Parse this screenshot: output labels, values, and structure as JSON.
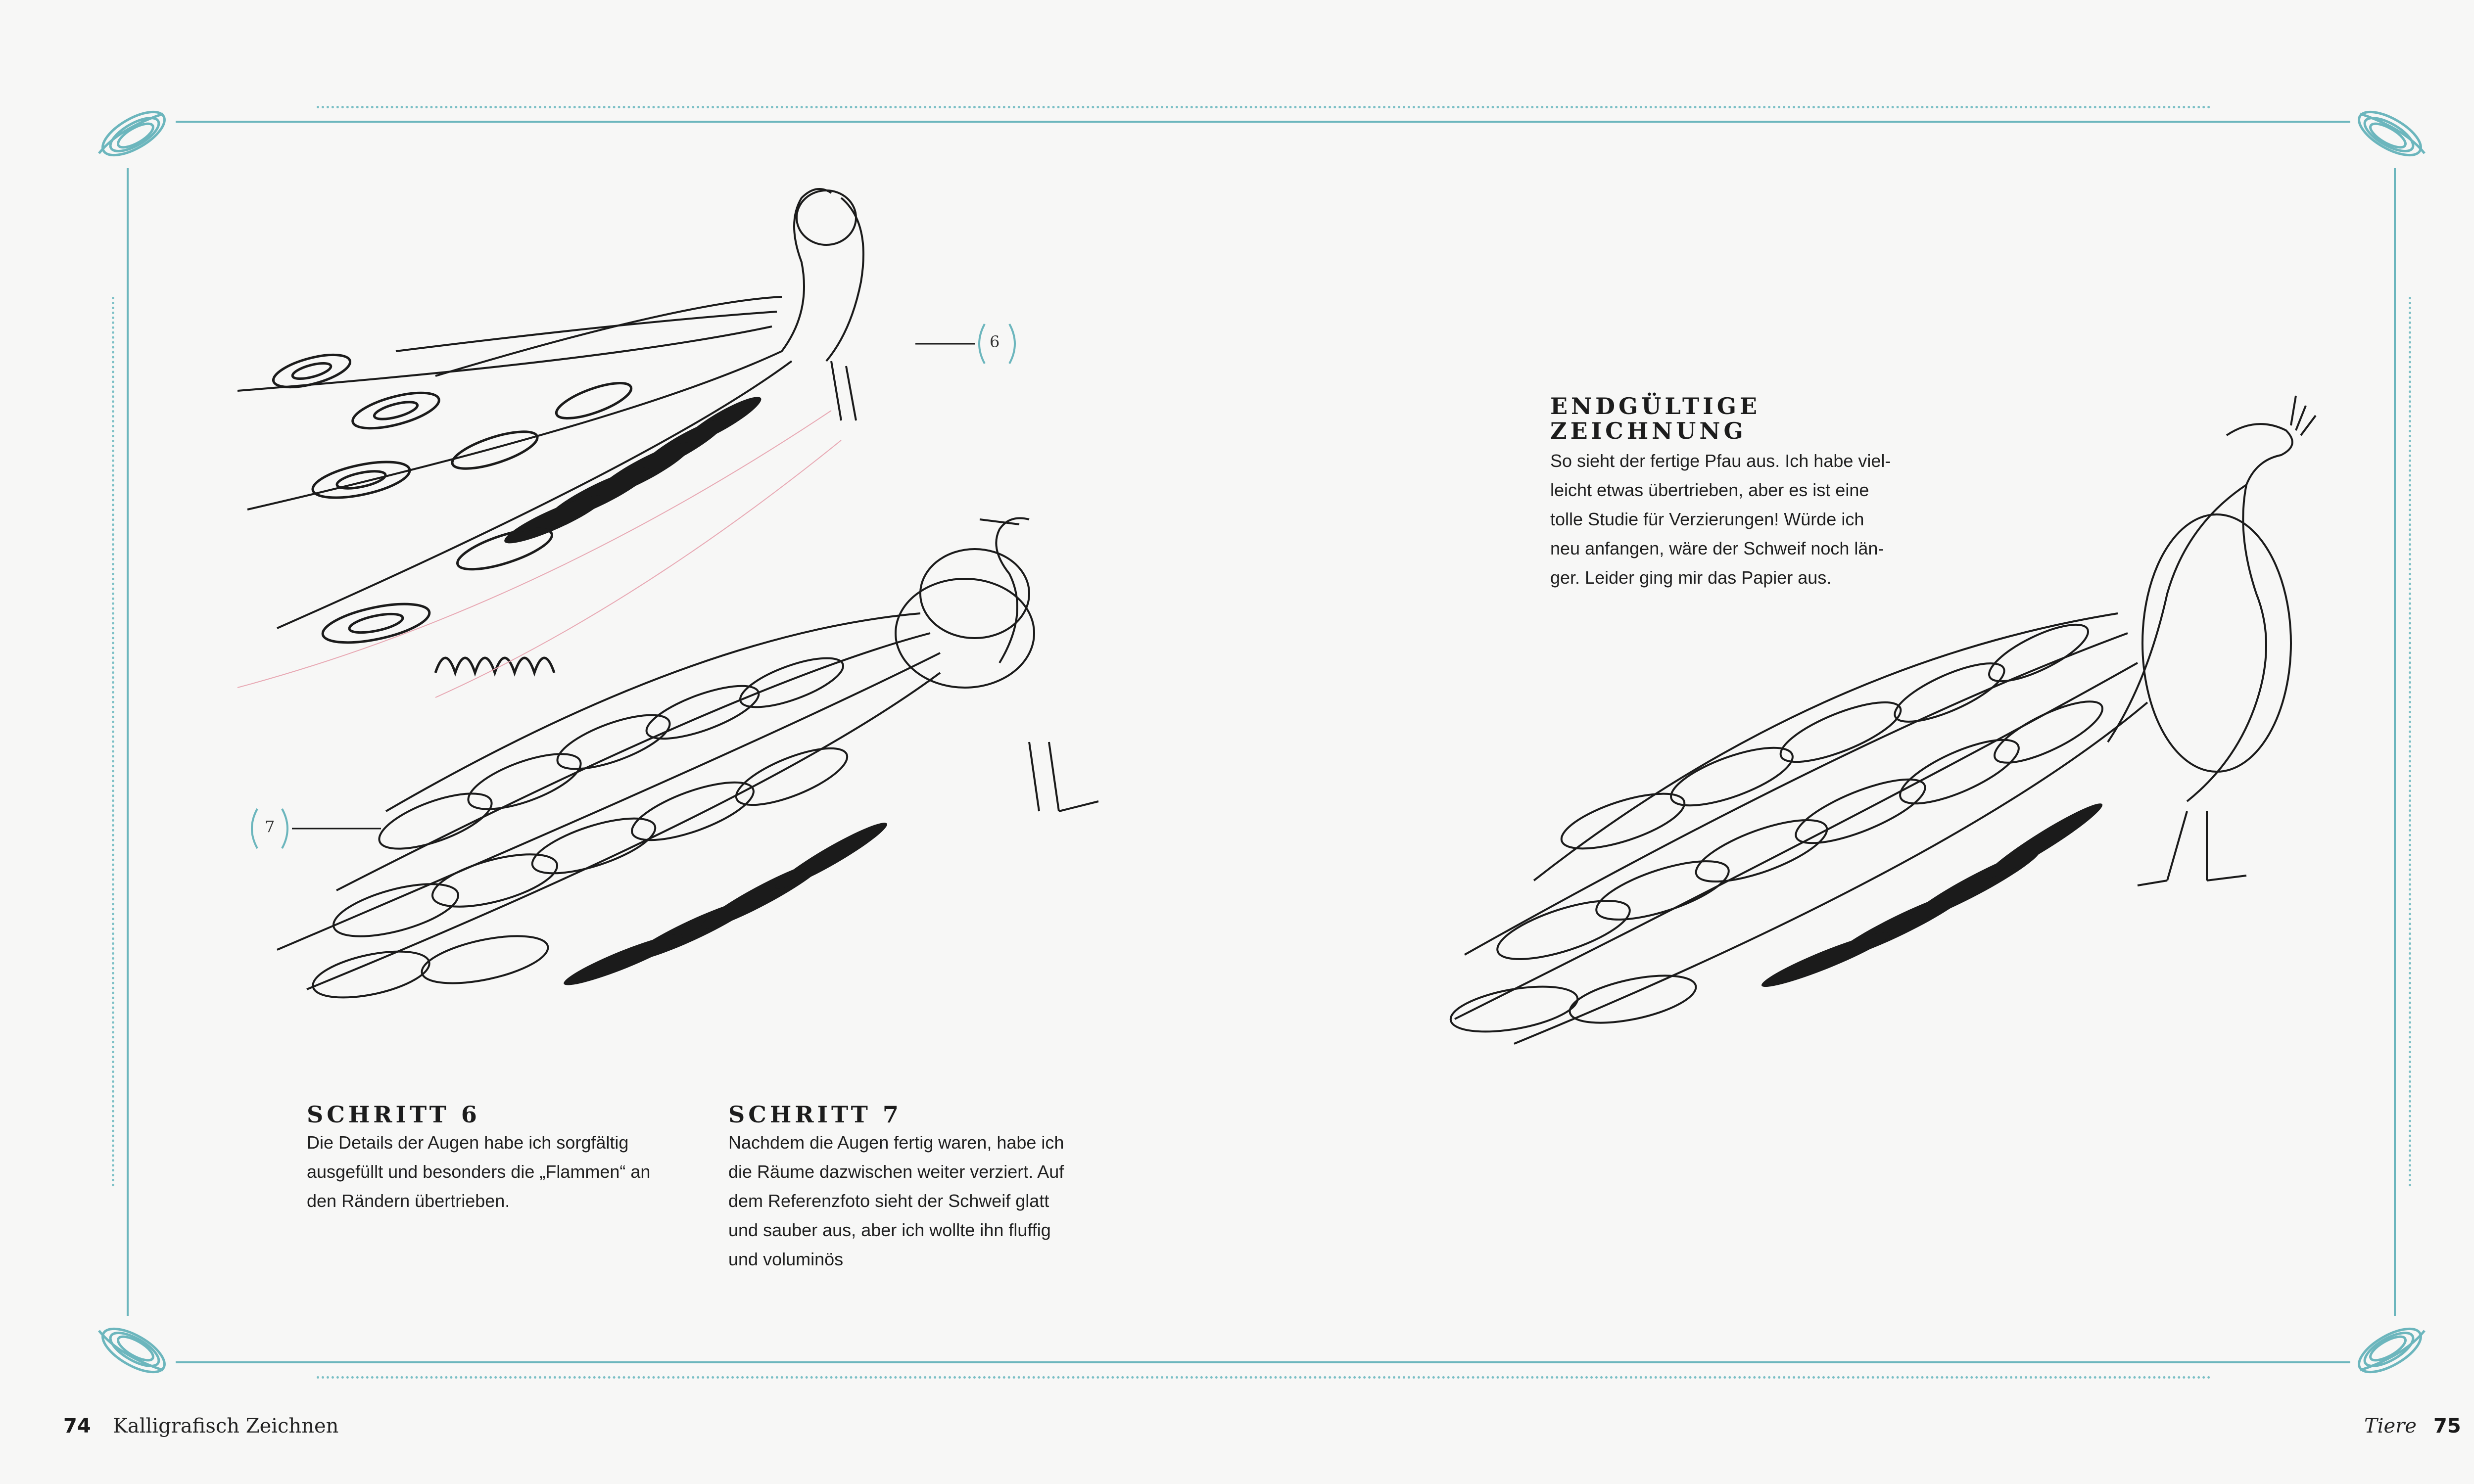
{
  "left_page": {
    "step6": {
      "title": "Schritt 6",
      "text": "Die Details der Augen habe ich sorgfältig\nausgefüllt und besonders die „Flammen“ an\nden Rändern übertrieben."
    },
    "step7": {
      "title": "Schritt 7",
      "text": "Nachdem die Augen fertig waren, habe ich\ndie Räume dazwischen weiter verziert. Auf\ndem Referenzfoto sieht der Schweif glatt\nund sauber aus, aber ich wollte ihn fluffig\nund voluminös"
    },
    "callout_6": "6",
    "callout_7": "7",
    "folio": {
      "number": "74",
      "title": "Kalligrafisch Zeichnen"
    }
  },
  "right_page": {
    "final": {
      "title_line1": "Endgültige",
      "title_line2": "Zeichnung",
      "text": "So sieht der fertige Pfau aus. Ich habe viel-\nleicht etwas übertrieben, aber es ist eine\ntolle Studie für Verzierungen! Würde ich\nneu anfangen, wäre der Schweif noch län-\nger. Leider ging mir das Papier aus."
    },
    "folio": {
      "number": "75",
      "title": "Tiere"
    }
  },
  "colors": {
    "accent": "#6cb6bd",
    "ink": "#1a1a1a",
    "paper": "#f7f7f6"
  },
  "icons": [
    "flourish-corner-icon",
    "peacock-step6-illustration",
    "peacock-step7-illustration",
    "peacock-final-illustration"
  ]
}
